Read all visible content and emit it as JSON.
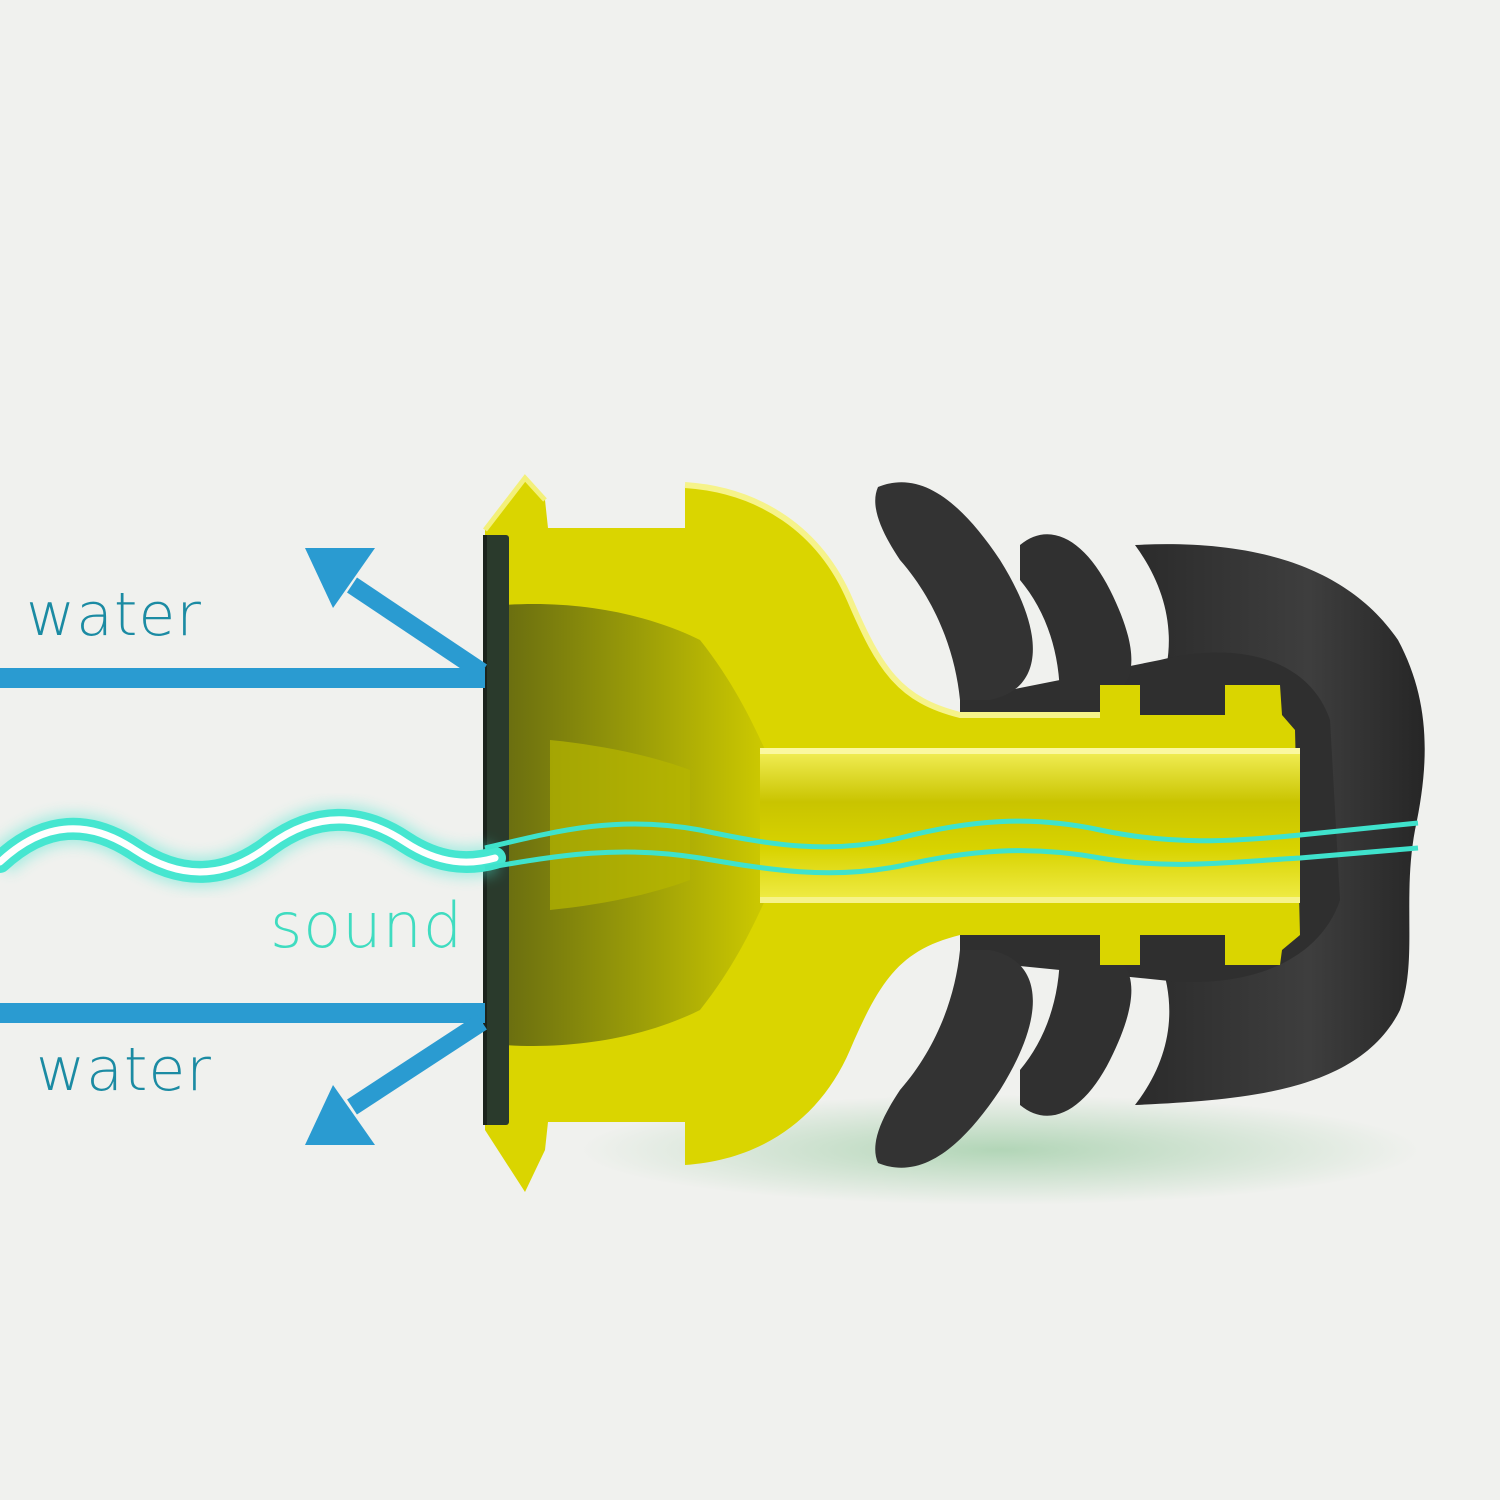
{
  "labels": {
    "water_top": "water",
    "sound": "sound",
    "water_bottom": "water"
  },
  "colors": {
    "background": "#f0f1ee",
    "water_arrow": "#2a9bd1",
    "water_text": "#1b8ba3",
    "sound_wave": "#46e6d0",
    "sound_text": "#3fdcc0",
    "plug_yellow": "#dbd600",
    "plug_yellow_light": "#f0ec40",
    "plug_yellow_dark": "#8f8f00",
    "seal_dark": "#343434",
    "membrane": "#2a3a2c"
  },
  "icons": [
    "arrow-up-left-icon",
    "arrow-down-left-icon"
  ]
}
